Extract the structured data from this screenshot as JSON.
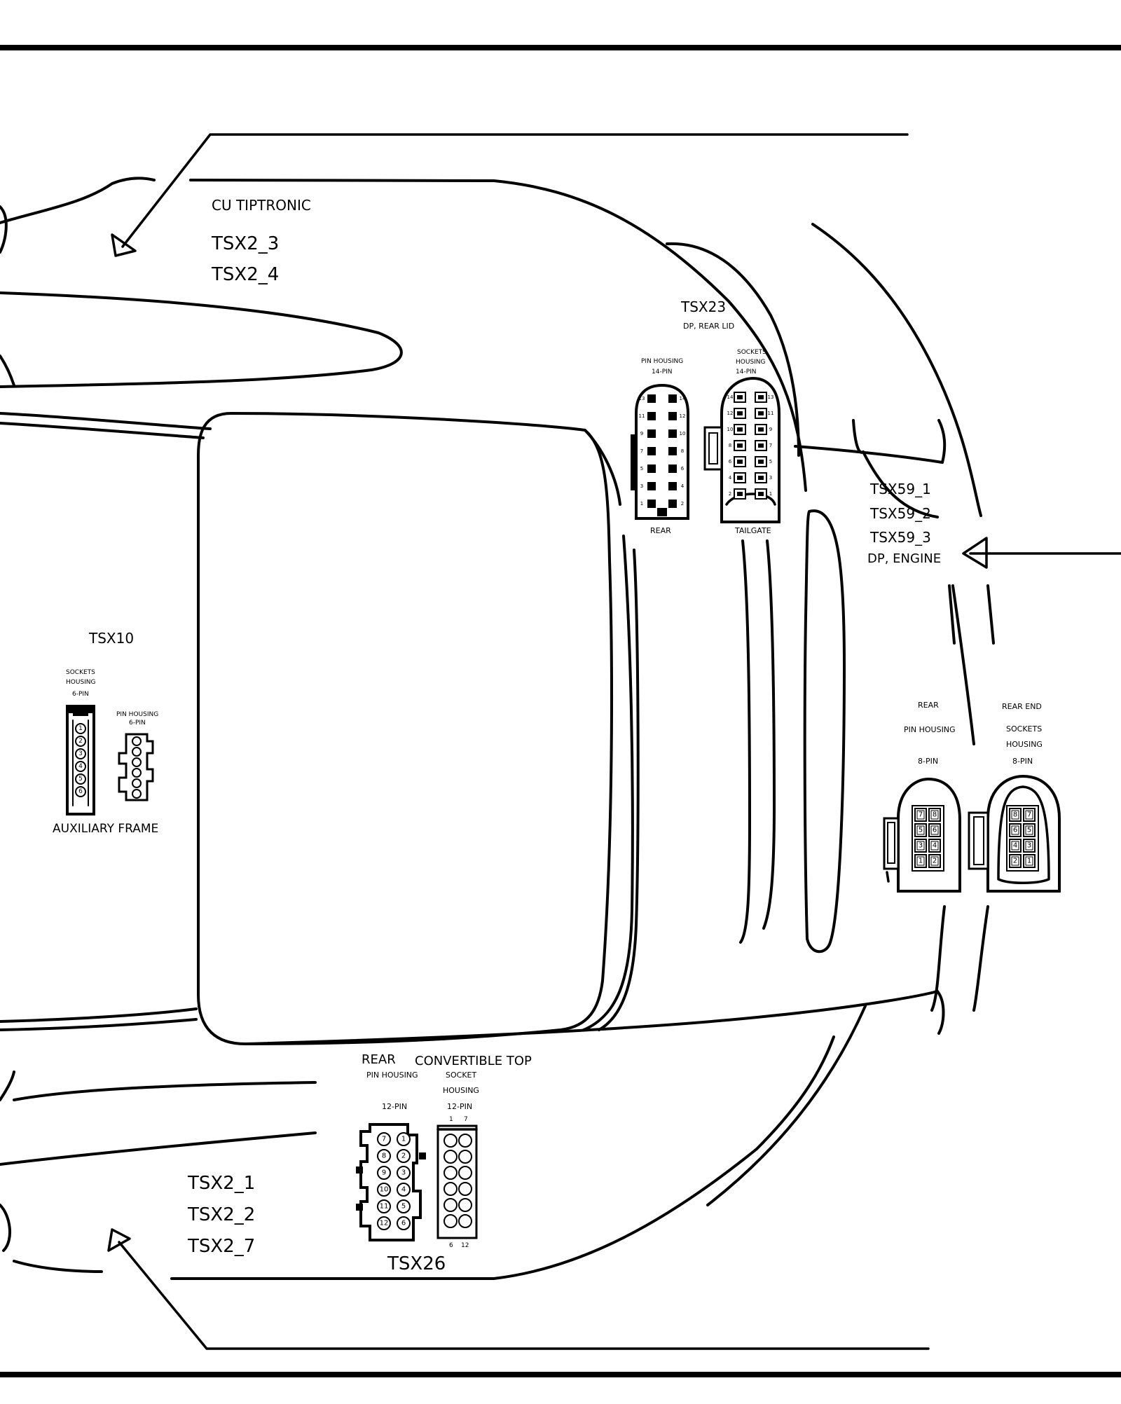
{
  "labels": {
    "cu_tiptronic": "CU TIPTRONIC",
    "tsx2_3": "TSX2_3",
    "tsx2_4": "TSX2_4",
    "tsx23": "TSX23",
    "dp_rear_lid": "DP, REAR LID",
    "tsx23_pin_housing_l1": "PIN HOUSING",
    "tsx23_pin_housing_l2": "14-PIN",
    "tsx23_sockets_l1": "SOCKETS",
    "tsx23_sockets_l2": "HOUSING",
    "tsx23_sockets_l3": "14-PIN",
    "rear": "REAR",
    "tailgate": "TAILGATE",
    "tsx59_1": "TSX59_1",
    "tsx59_2": "TSX59_2",
    "tsx59_3": "TSX59_3",
    "dp_engine": "DP, ENGINE",
    "tsx10": "TSX10",
    "tsx10_sockets_l1": "SOCKETS",
    "tsx10_sockets_l2": "HOUSING",
    "tsx10_sockets_l3": "6-PIN",
    "tsx10_pin_l1": "PIN HOUSING",
    "tsx10_pin_l2": "6-PIN",
    "auxiliary_frame": "AUXILIARY FRAME",
    "tsx59_rear": "REAR",
    "tsx59_pin_housing": "PIN HOUSING",
    "tsx59_pin_8": "8-PIN",
    "tsx59_rear_end": "REAR END",
    "tsx59_sockets": "SOCKETS",
    "tsx59_housing": "HOUSING",
    "tsx59_socket_8": "8-PIN",
    "tsx26_rear": "REAR",
    "tsx26_convertible_top": "CONVERTIBLE TOP",
    "tsx26_pin_housing": "PIN HOUSING",
    "tsx26_socket": "SOCKET",
    "tsx26_housing": "HOUSING",
    "tsx26_pin_12": "12-PIN",
    "tsx26_socket_12": "12-PIN",
    "tsx26_num_1": "1",
    "tsx26_num_7": "7",
    "tsx26_num_6": "6",
    "tsx26_num_12": "12",
    "tsx2_1": "TSX2_1",
    "tsx2_2": "TSX2_2",
    "tsx2_7": "TSX2_7",
    "tsx26": "TSX26"
  },
  "pin_numbers": {
    "tsx10_pins": [
      "1",
      "2",
      "3",
      "4",
      "5",
      "6"
    ],
    "tsx59_pin_housing_rows": [
      [
        "7",
        "8"
      ],
      [
        "5",
        "6"
      ],
      [
        "3",
        "4"
      ],
      [
        "1",
        "2"
      ]
    ],
    "tsx59_socket_housing_rows": [
      [
        "8",
        "7"
      ],
      [
        "6",
        "5"
      ],
      [
        "4",
        "3"
      ],
      [
        "2",
        "1"
      ]
    ],
    "tsx26_pin_left": [
      "7",
      "8",
      "9",
      "10",
      "11",
      "12"
    ],
    "tsx26_pin_right": [
      "1",
      "2",
      "3",
      "4",
      "5",
      "6"
    ],
    "tsx23_pin_left": [
      "13",
      "11",
      "9",
      "7",
      "5",
      "3",
      "1"
    ],
    "tsx23_pin_right": [
      "14",
      "12",
      "10",
      "8",
      "6",
      "4",
      "2"
    ],
    "tsx23_socket_left": [
      "14",
      "12",
      "10",
      "8",
      "6",
      "4",
      "2"
    ],
    "tsx23_socket_right": [
      "13",
      "11",
      "9",
      "7",
      "5",
      "3",
      "1"
    ]
  }
}
